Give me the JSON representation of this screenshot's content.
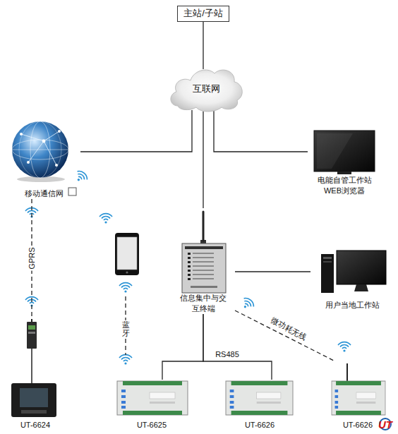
{
  "diagram": {
    "nodes": [
      {
        "text": [
          "主站/子站"
        ]
      },
      {
        "text": [
          "互联网"
        ]
      },
      {
        "text": [
          "移动通信网"
        ]
      },
      {
        "text": [
          "电能自管工作站 WEB浏览器"
        ]
      },
      {
        "text": [
          "信息集中与交 互终端"
        ]
      },
      {
        "text": [
          "用户当地工作站"
        ]
      },
      {
        "text": [
          "UT-6624"
        ]
      },
      {
        "text": [
          "UT-6625"
        ]
      },
      {
        "text": [
          "UT-6626"
        ]
      },
      {
        "text": [
          "UT-6626"
        ]
      }
    ],
    "edges": [
      {
        "from": 0,
        "to": 1,
        "arrow": "none"
      },
      {
        "from": 1,
        "to": 2,
        "arrow": "none"
      },
      {
        "from": 1,
        "to": 3,
        "arrow": "none"
      },
      {
        "from": 1,
        "to": 4,
        "arrow": "none"
      },
      {
        "from": 4,
        "to": 5,
        "arrow": "none"
      },
      {
        "from": 2,
        "to": 6,
        "label": "GPRS",
        "arrow": "none"
      },
      {
        "from": 4,
        "to": 7,
        "label": "RS485",
        "arrow": "none"
      },
      {
        "from": 4,
        "to": 8,
        "arrow": "none"
      },
      {
        "from": 4,
        "to": 9,
        "label": "微功耗无线",
        "arrow": "none"
      }
    ],
    "labels": [
      "蓝牙",
      "UT"
    ]
  }
}
